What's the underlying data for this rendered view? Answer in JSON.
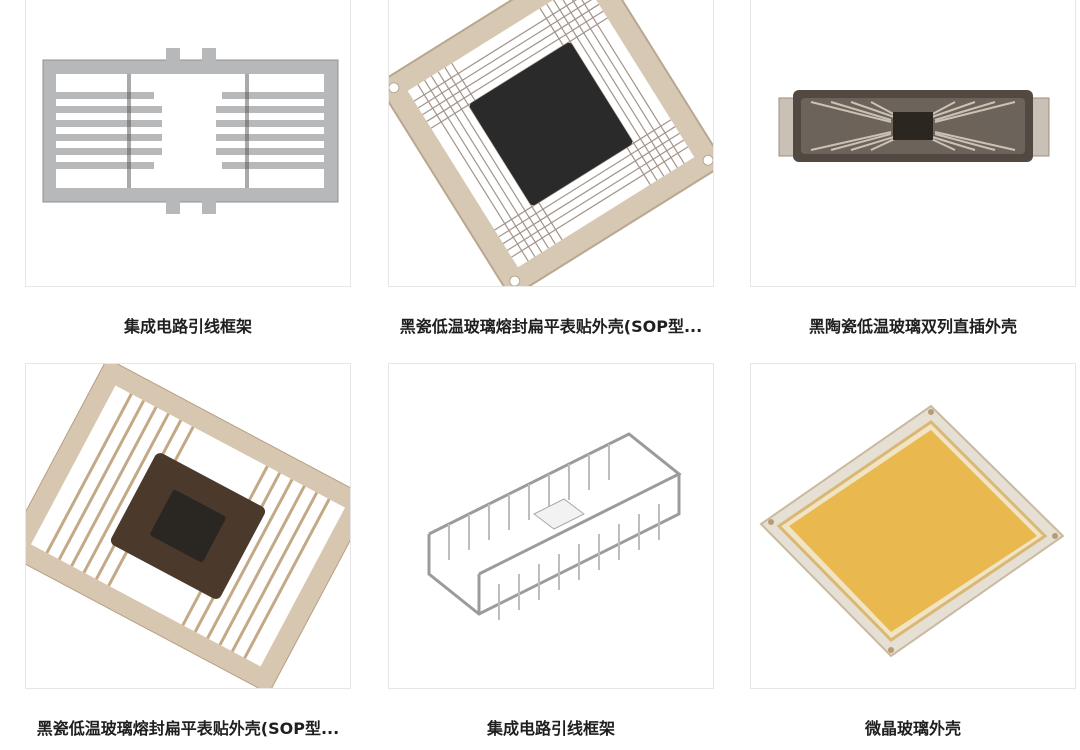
{
  "products": [
    {
      "title": "集成电路引线框架",
      "icon": "lead-frame-image"
    },
    {
      "title": "黑瓷低温玻璃熔封扁平表贴外壳(SOP型...",
      "icon": "black-ceramic-sop-package-image"
    },
    {
      "title": "黑陶瓷低温玻璃双列直插外壳",
      "icon": "black-ceramic-dip-package-image"
    },
    {
      "title": "黑瓷低温玻璃熔封扁平表贴外壳(SOP型...",
      "icon": "sop-flat-package-image"
    },
    {
      "title": "集成电路引线框架",
      "icon": "3d-lead-frame-image"
    },
    {
      "title": "微晶玻璃外壳",
      "icon": "glass-ceramic-shell-image"
    }
  ]
}
